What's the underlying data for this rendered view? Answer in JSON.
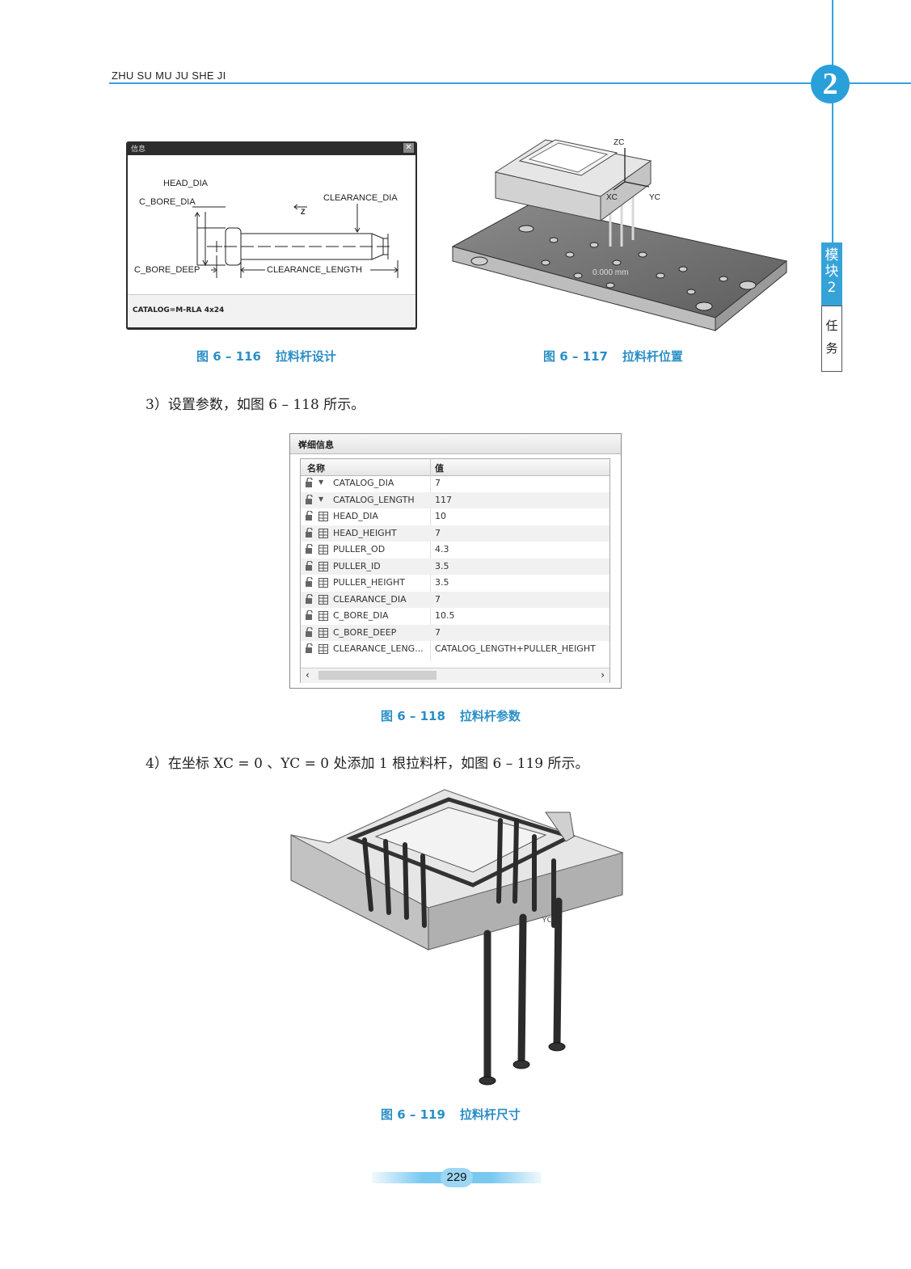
{
  "header": {
    "running_title": "ZHU SU MU JU SHE JI",
    "module_number": "2",
    "side_tab_top": "模块2",
    "side_tab_bottom": "任务"
  },
  "figure_116": {
    "window_title": "信息",
    "close_glyph": "✕",
    "labels": {
      "head_dia": "HEAD_DIA",
      "c_bore_dia": "C_BORE_DIA",
      "z_axis": "Z",
      "clearance_dia": "CLEARANCE_DIA",
      "c_bore_deep": "C_BORE_DEEP",
      "clearance_length": "CLEARANCE_LENGTH"
    },
    "catalog": "CATALOG=M-RLA 4x24",
    "caption_no": "图 6 – 116",
    "caption_text": "拉料杆设计"
  },
  "figure_117": {
    "axis_zc": "ZC",
    "axis_xc": "XC",
    "axis_yc": "YC",
    "dimension": "0.000 mm",
    "caption_no": "图 6 – 117",
    "caption_text": "拉料杆位置"
  },
  "step3": "3）设置参数，如图 6 – 118 所示。",
  "figure_118": {
    "panel_title": "详细信息",
    "collapse_glyph": "ʌ",
    "col_name": "名称",
    "col_value": "值",
    "rows": [
      {
        "name": "CATALOG_DIA",
        "value": "7"
      },
      {
        "name": "CATALOG_LENGTH",
        "value": "117"
      },
      {
        "name": "HEAD_DIA",
        "value": "10"
      },
      {
        "name": "HEAD_HEIGHT",
        "value": "7"
      },
      {
        "name": "PULLER_OD",
        "value": "4.3"
      },
      {
        "name": "PULLER_ID",
        "value": "3.5"
      },
      {
        "name": "PULLER_HEIGHT",
        "value": "3.5"
      },
      {
        "name": "CLEARANCE_DIA",
        "value": "7"
      },
      {
        "name": "C_BORE_DIA",
        "value": "10.5"
      },
      {
        "name": "C_BORE_DEEP",
        "value": "7"
      },
      {
        "name": "CLEARANCE_LENG...",
        "value": "CATALOG_LENGTH+PULLER_HEIGHT"
      }
    ],
    "scroll_left": "‹",
    "scroll_right": "›",
    "caption_no": "图 6 – 118",
    "caption_text": "拉料杆参数"
  },
  "step4": "4）在坐标 XC = 0 、YC = 0 处添加 1 根拉料杆，如图 6 – 119 所示。",
  "figure_119": {
    "axis_yc": "YC",
    "caption_no": "图 6 – 119",
    "caption_text": "拉料杆尺寸"
  },
  "page_number": "229"
}
